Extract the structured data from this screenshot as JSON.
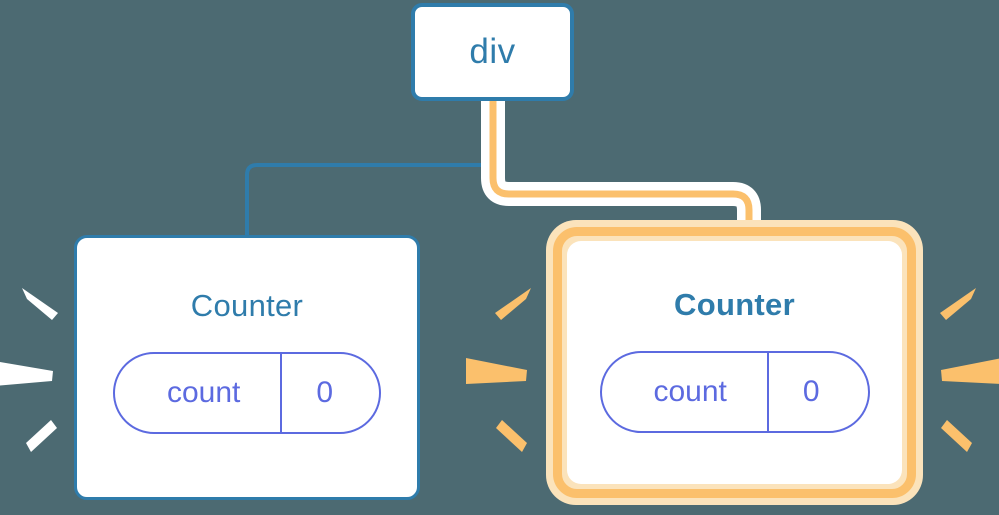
{
  "diagram": {
    "title": "component-rerender-tree",
    "background_color": "#4c6a72",
    "root": {
      "label": "div",
      "border_color": "#2f7cab"
    },
    "nodes": [
      {
        "id": "counter-left",
        "label": "Counter",
        "highlighted": false,
        "border_color": "#2f7cab",
        "rays_color": "#ffffff",
        "state": {
          "key": "count",
          "value": "0",
          "color": "#5c6ae0"
        }
      },
      {
        "id": "counter-right",
        "label": "Counter",
        "highlighted": true,
        "border_color": "#fbc06c",
        "glow_color": "#fbe3bb",
        "rays_color": "#fbc06c",
        "state": {
          "key": "count",
          "value": "0",
          "color": "#5c6ae0"
        }
      }
    ],
    "edges": [
      {
        "id": "edge-div-to-counter-left",
        "from": "div",
        "to": "counter-left",
        "color": "#2f7cab",
        "highlighted": false
      },
      {
        "id": "edge-div-to-counter-right",
        "from": "div",
        "to": "counter-right",
        "color": "#fbc06c",
        "outline_color": "#ffffff",
        "highlighted": true
      }
    ]
  }
}
